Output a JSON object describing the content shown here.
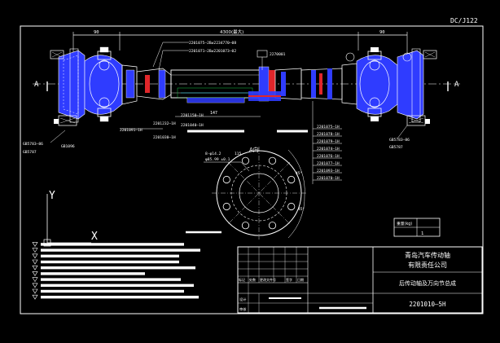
{
  "drawing": {
    "code_top_right": "DC/J122",
    "section_marker": "A",
    "view_label": "A向",
    "dim_top_left": "90",
    "dim_top_mid": "4300(最大)",
    "dim_top_right": "90",
    "dim_bottom_centre": "147",
    "dim_bolt_spec": "8-φ14.2",
    "dim_bolt_pcd": "φ85.99 ±0.1",
    "dim_flange_width": "115",
    "angle_label_1": "45°",
    "angle_label_2": "45°",
    "axis_y_label": "Y",
    "axis_x_label": "X",
    "part_numbers_top": [
      "2201075—2B≠2234770—08",
      "2201071—2B≠2201073—02"
    ],
    "part_number_top_centre": "2270001",
    "part_numbers_bottom": [
      "2201091—1H",
      "2201232—1H",
      "2201030—1H",
      "2201150—1H",
      "2201040—1H"
    ],
    "part_numbers_right_stack": [
      "2201075—1H",
      "2201078—1H",
      "2201079—1H",
      "2201074—1H",
      "2201076—1H",
      "2201077—1H",
      "2201093—1H",
      "2201070—1H"
    ],
    "part_left_outer_1": "GB5783—86",
    "part_left_outer_2": "GB5787",
    "part_left_inner": "GB1096",
    "part_right_outer_1": "GB5783—86",
    "part_right_outer_2": "GB5787"
  },
  "title_block": {
    "weight_label": "重量(kg)",
    "scale_value": "1",
    "company_line_1": "青岛汽车传动轴",
    "company_line_2": "有限责任公司",
    "drawing_title": "后传动轴及万向节总成",
    "drawing_number": "2201010—5H",
    "header_cells": [
      "标记",
      "处数",
      "更改文件号",
      "签字",
      "日期"
    ],
    "role_cells": [
      "设计",
      "审核"
    ]
  },
  "colors": {
    "background": "#000000",
    "white_line": "#ffffff",
    "blue_hatch": "#2f3cff",
    "red_fill": "#e0262a",
    "cyan_line": "#19d6e8",
    "green_line": "#18c84a",
    "yellow_text": "#f2e51e",
    "magenta_line": "#d43fd4"
  }
}
